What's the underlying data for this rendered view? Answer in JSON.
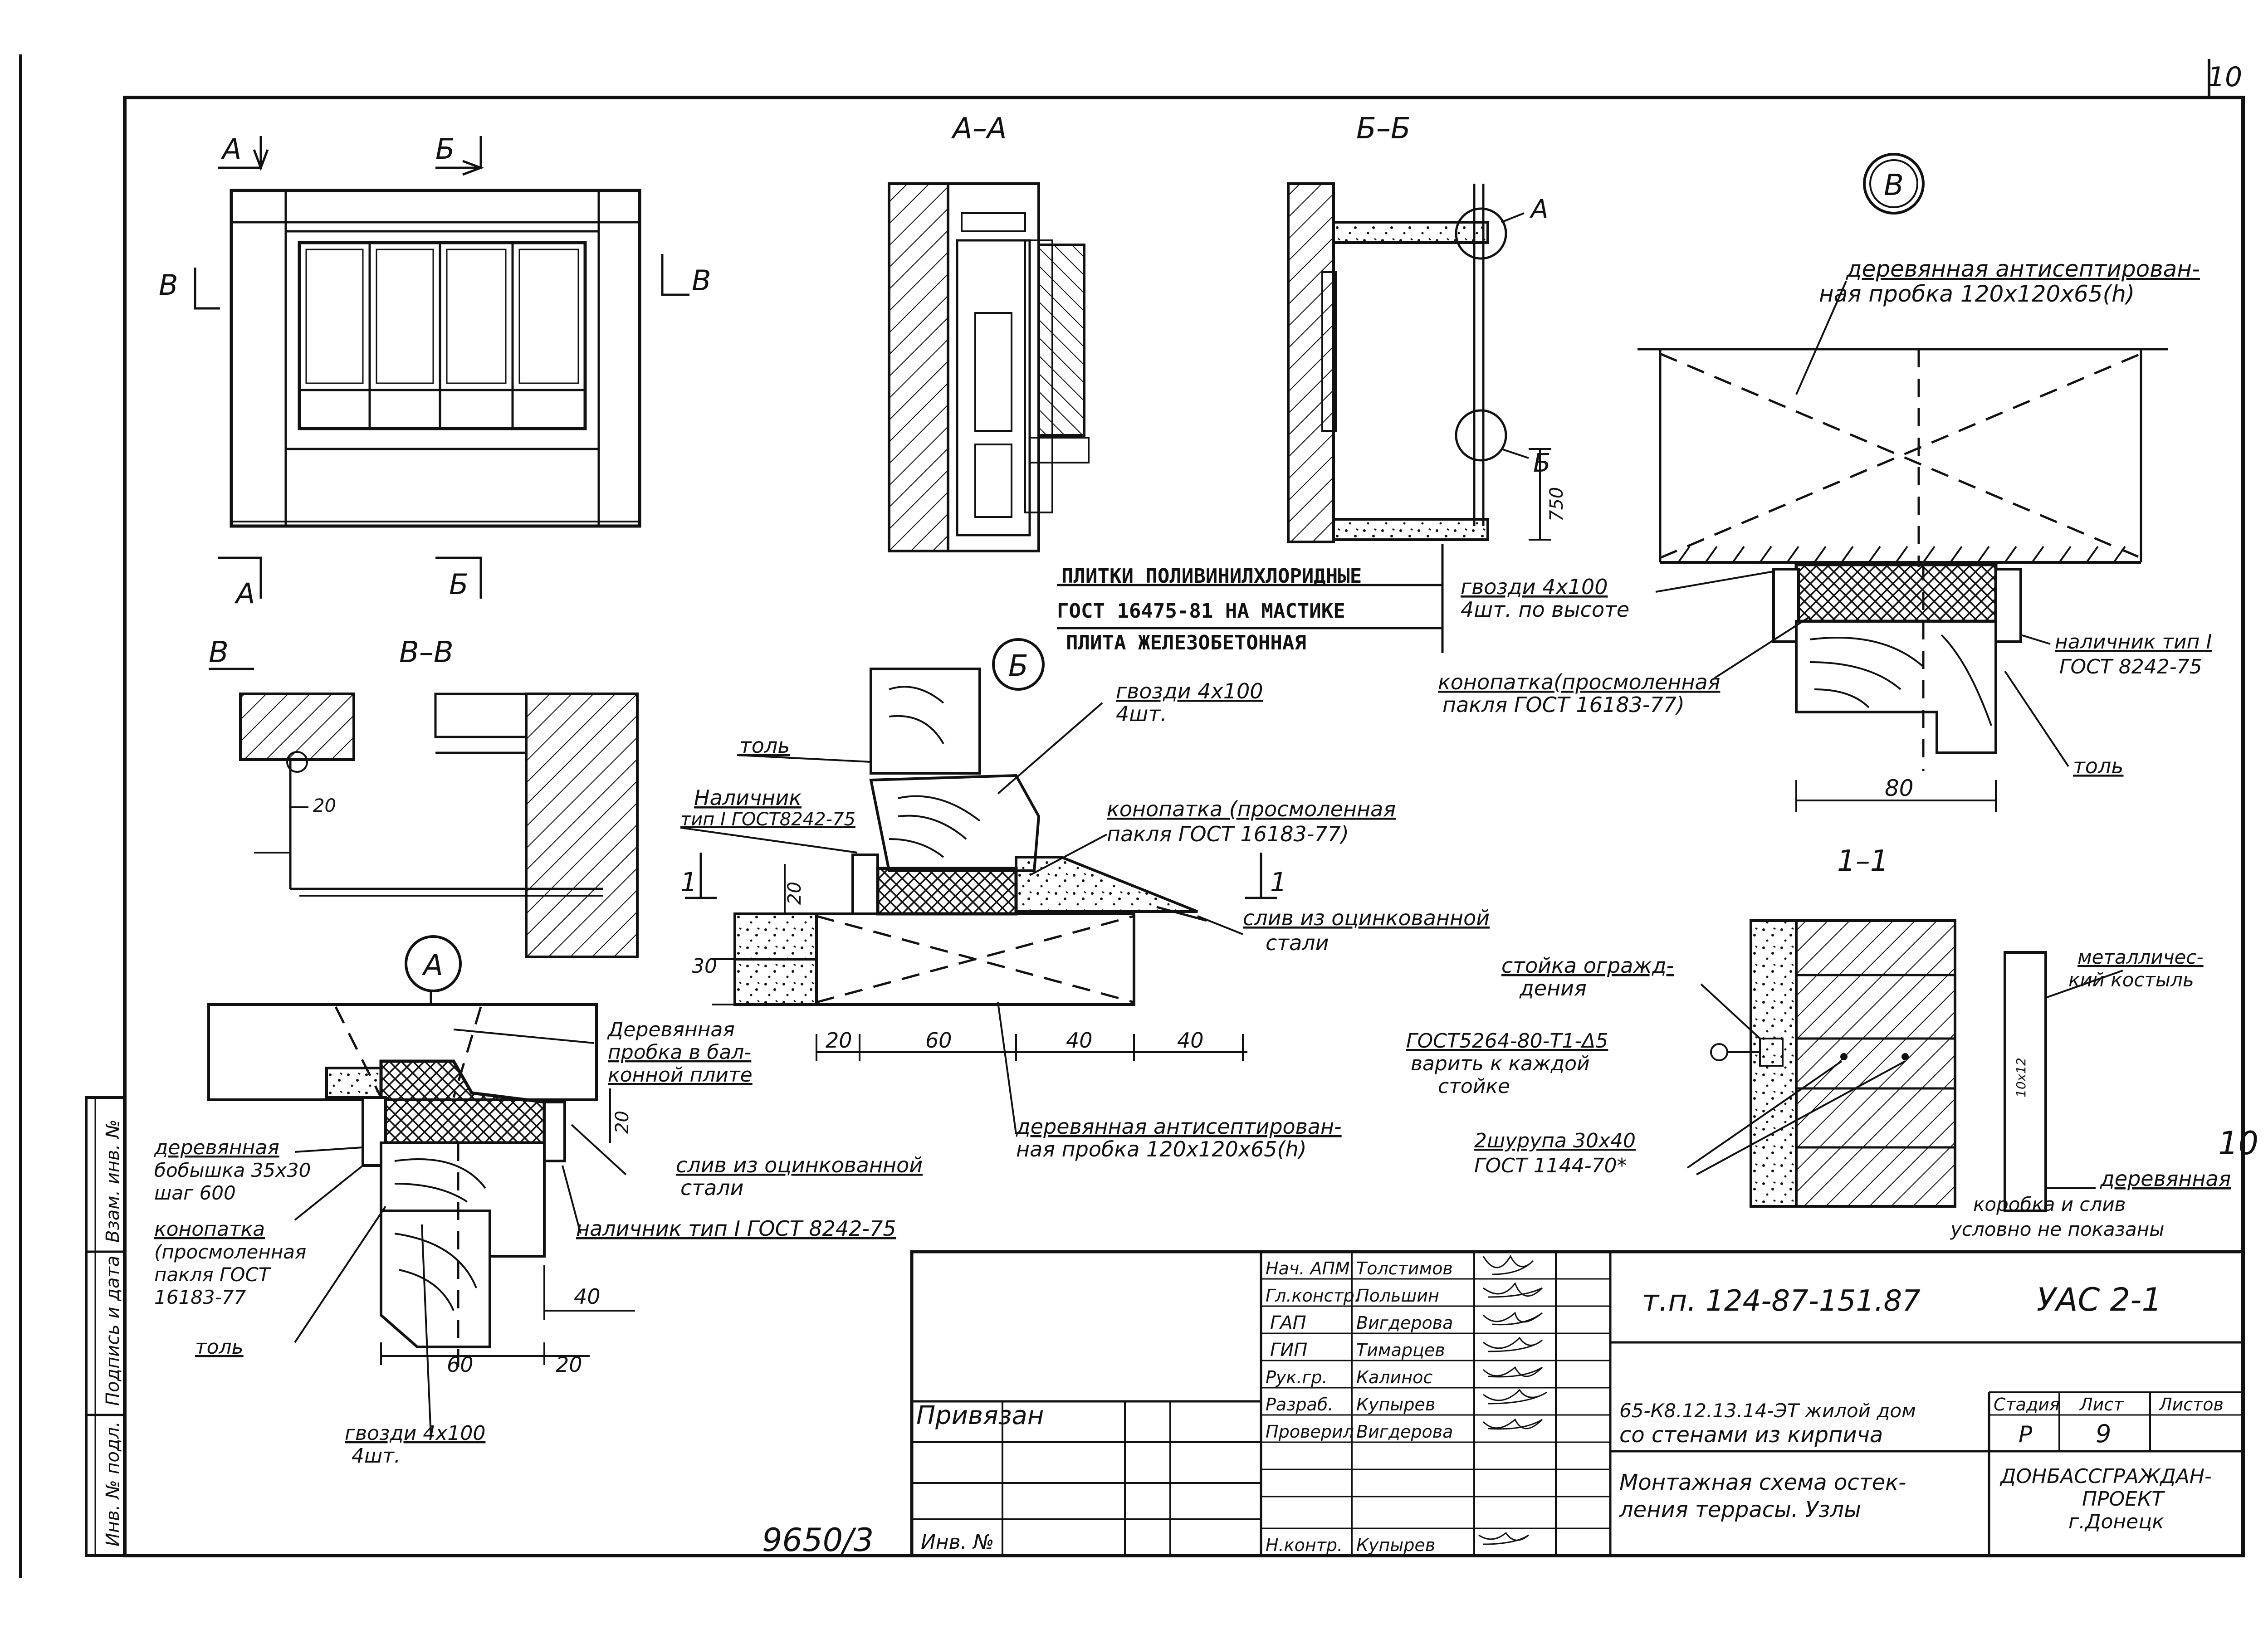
{
  "sheet": {
    "page_number": "10",
    "side_mark": "10",
    "archive_number": "9650/3"
  },
  "facade": {
    "cut_a": "А",
    "cut_b": "Б",
    "cut_v": "В"
  },
  "section_aa": {
    "title": "А–А"
  },
  "section_bb": {
    "title": "Б–Б",
    "callout_a": "А",
    "callout_b": "Б",
    "dim_750": "750",
    "note_line1": "ПЛИТКИ ПОЛИВИНИЛХЛОРИДНЫЕ",
    "note_line2": "ГОСТ 16475-81 НА МАСТИКЕ",
    "note_line3": "ПЛИТА ЖЕЛЕЗОБЕТОННАЯ"
  },
  "section_vv": {
    "title": "В–В",
    "callout": "В",
    "dim_20": "20"
  },
  "node_b": {
    "circle": "Б",
    "nails": "гвозди 4х100",
    "nails2": "4шт.",
    "tol": "толь",
    "nalichnik1": "Наличник",
    "nalichnik2": "тип I ГОСТ8242-75",
    "konopatka1": "конопатка (просмоленная",
    "konopatka2": "пакля ГОСТ 16183-77)",
    "sliv1": "слив из оцинкованной",
    "sliv2": "стали",
    "cut": "1",
    "dim_20": "20",
    "dim_30": "30",
    "dims": [
      "20",
      "60",
      "40",
      "40"
    ],
    "probka1": "деревянная антисептирован-",
    "probka2": "ная пробка 120х120х65(h)"
  },
  "node_a": {
    "circle": "А",
    "probka1": "Деревянная",
    "probka2": "пробка в бал-",
    "probka3": "конной плите",
    "bobyshka1": "деревянная",
    "bobyshka2": "бобышка 35х30",
    "bobyshka3": "шаг 600",
    "konopatka1": "конопатка",
    "konopatka2": "(просмоленная",
    "konopatka3": "пакля ГОСТ",
    "konopatka4": "16183-77",
    "tol": "толь",
    "sliv1": "слив из оцинкованной",
    "sliv2": "стали",
    "nalichnik": "наличник тип I ГОСТ 8242-75",
    "dim_20": "20",
    "dim_40": "40",
    "dim_60": "60",
    "dim_20b": "20",
    "nails": "гвозди 4х100",
    "nails2": "4шт."
  },
  "node_v": {
    "circle": "В",
    "probka1": "деревянная антисептирован-",
    "probka2": "ная пробка 120х120х65(h)",
    "nails1": "гвозди 4х100",
    "nails2": "4шт. по высоте",
    "konopatka1": "конопатка(просмоленная",
    "konopatka2": "пакля ГОСТ 16183-77)",
    "nalichnik1": "наличник тип I",
    "nalichnik2": "ГОСТ 8242-75",
    "tol": "толь",
    "dim_80": "80"
  },
  "section_11": {
    "title": "1–1",
    "stoika1": "стойка огражд-",
    "stoika2": "дения",
    "gost1": "ГОСТ5264-80-Т1-Δ5",
    "gost2": "варить к каждой",
    "gost3": "стойке",
    "shurup1": "2шурупа 30х40",
    "shurup2": "ГОСТ 1144-70*",
    "kostyl1": "металличес-",
    "kostyl2": "кий костыль",
    "korobka1": "деревянная",
    "korobka2": "коробка и слив",
    "korobka3": "условно не показаны",
    "dim_vert": "10х12"
  },
  "stamp_left": {
    "col1": "Инв. № подл.",
    "col2": "Подпись и дата",
    "col3": "Взам. инв. №"
  },
  "title_block": {
    "privyazan": "Привязан",
    "inv": "Инв. №",
    "roles": [
      {
        "role": "Нач. АПМ",
        "name": "Толстимов"
      },
      {
        "role": "Гл.констр.",
        "name": "Польшин"
      },
      {
        "role": "ГАП",
        "name": "Вигдерова"
      },
      {
        "role": "ГИП",
        "name": "Тимарцев"
      },
      {
        "role": "Рук.гр.",
        "name": "Калинос"
      },
      {
        "role": "Разраб.",
        "name": "Купырев"
      },
      {
        "role": "Проверил",
        "name": "Вигдерова"
      }
    ],
    "nkontr_role": "Н.контр.",
    "nkontr_name": "Купырев",
    "code": "т.п. 124-87-151.87",
    "mark": "УАС 2-1",
    "object1": "65-К8.12.13.14-ЭТ жилой дом",
    "object2": "со стенами из кирпича",
    "drawing1": "Монтажная схема остек-",
    "drawing2": "ления террасы. Узлы",
    "stage_h": "Стадия",
    "sheet_h": "Лист",
    "sheets_h": "Листов",
    "stage": "Р",
    "sheet": "9",
    "sheets": "",
    "org1": "ДОНБАССГРАЖДАН-",
    "org2": "ПРОЕКТ",
    "org3": "г.Донецк"
  }
}
